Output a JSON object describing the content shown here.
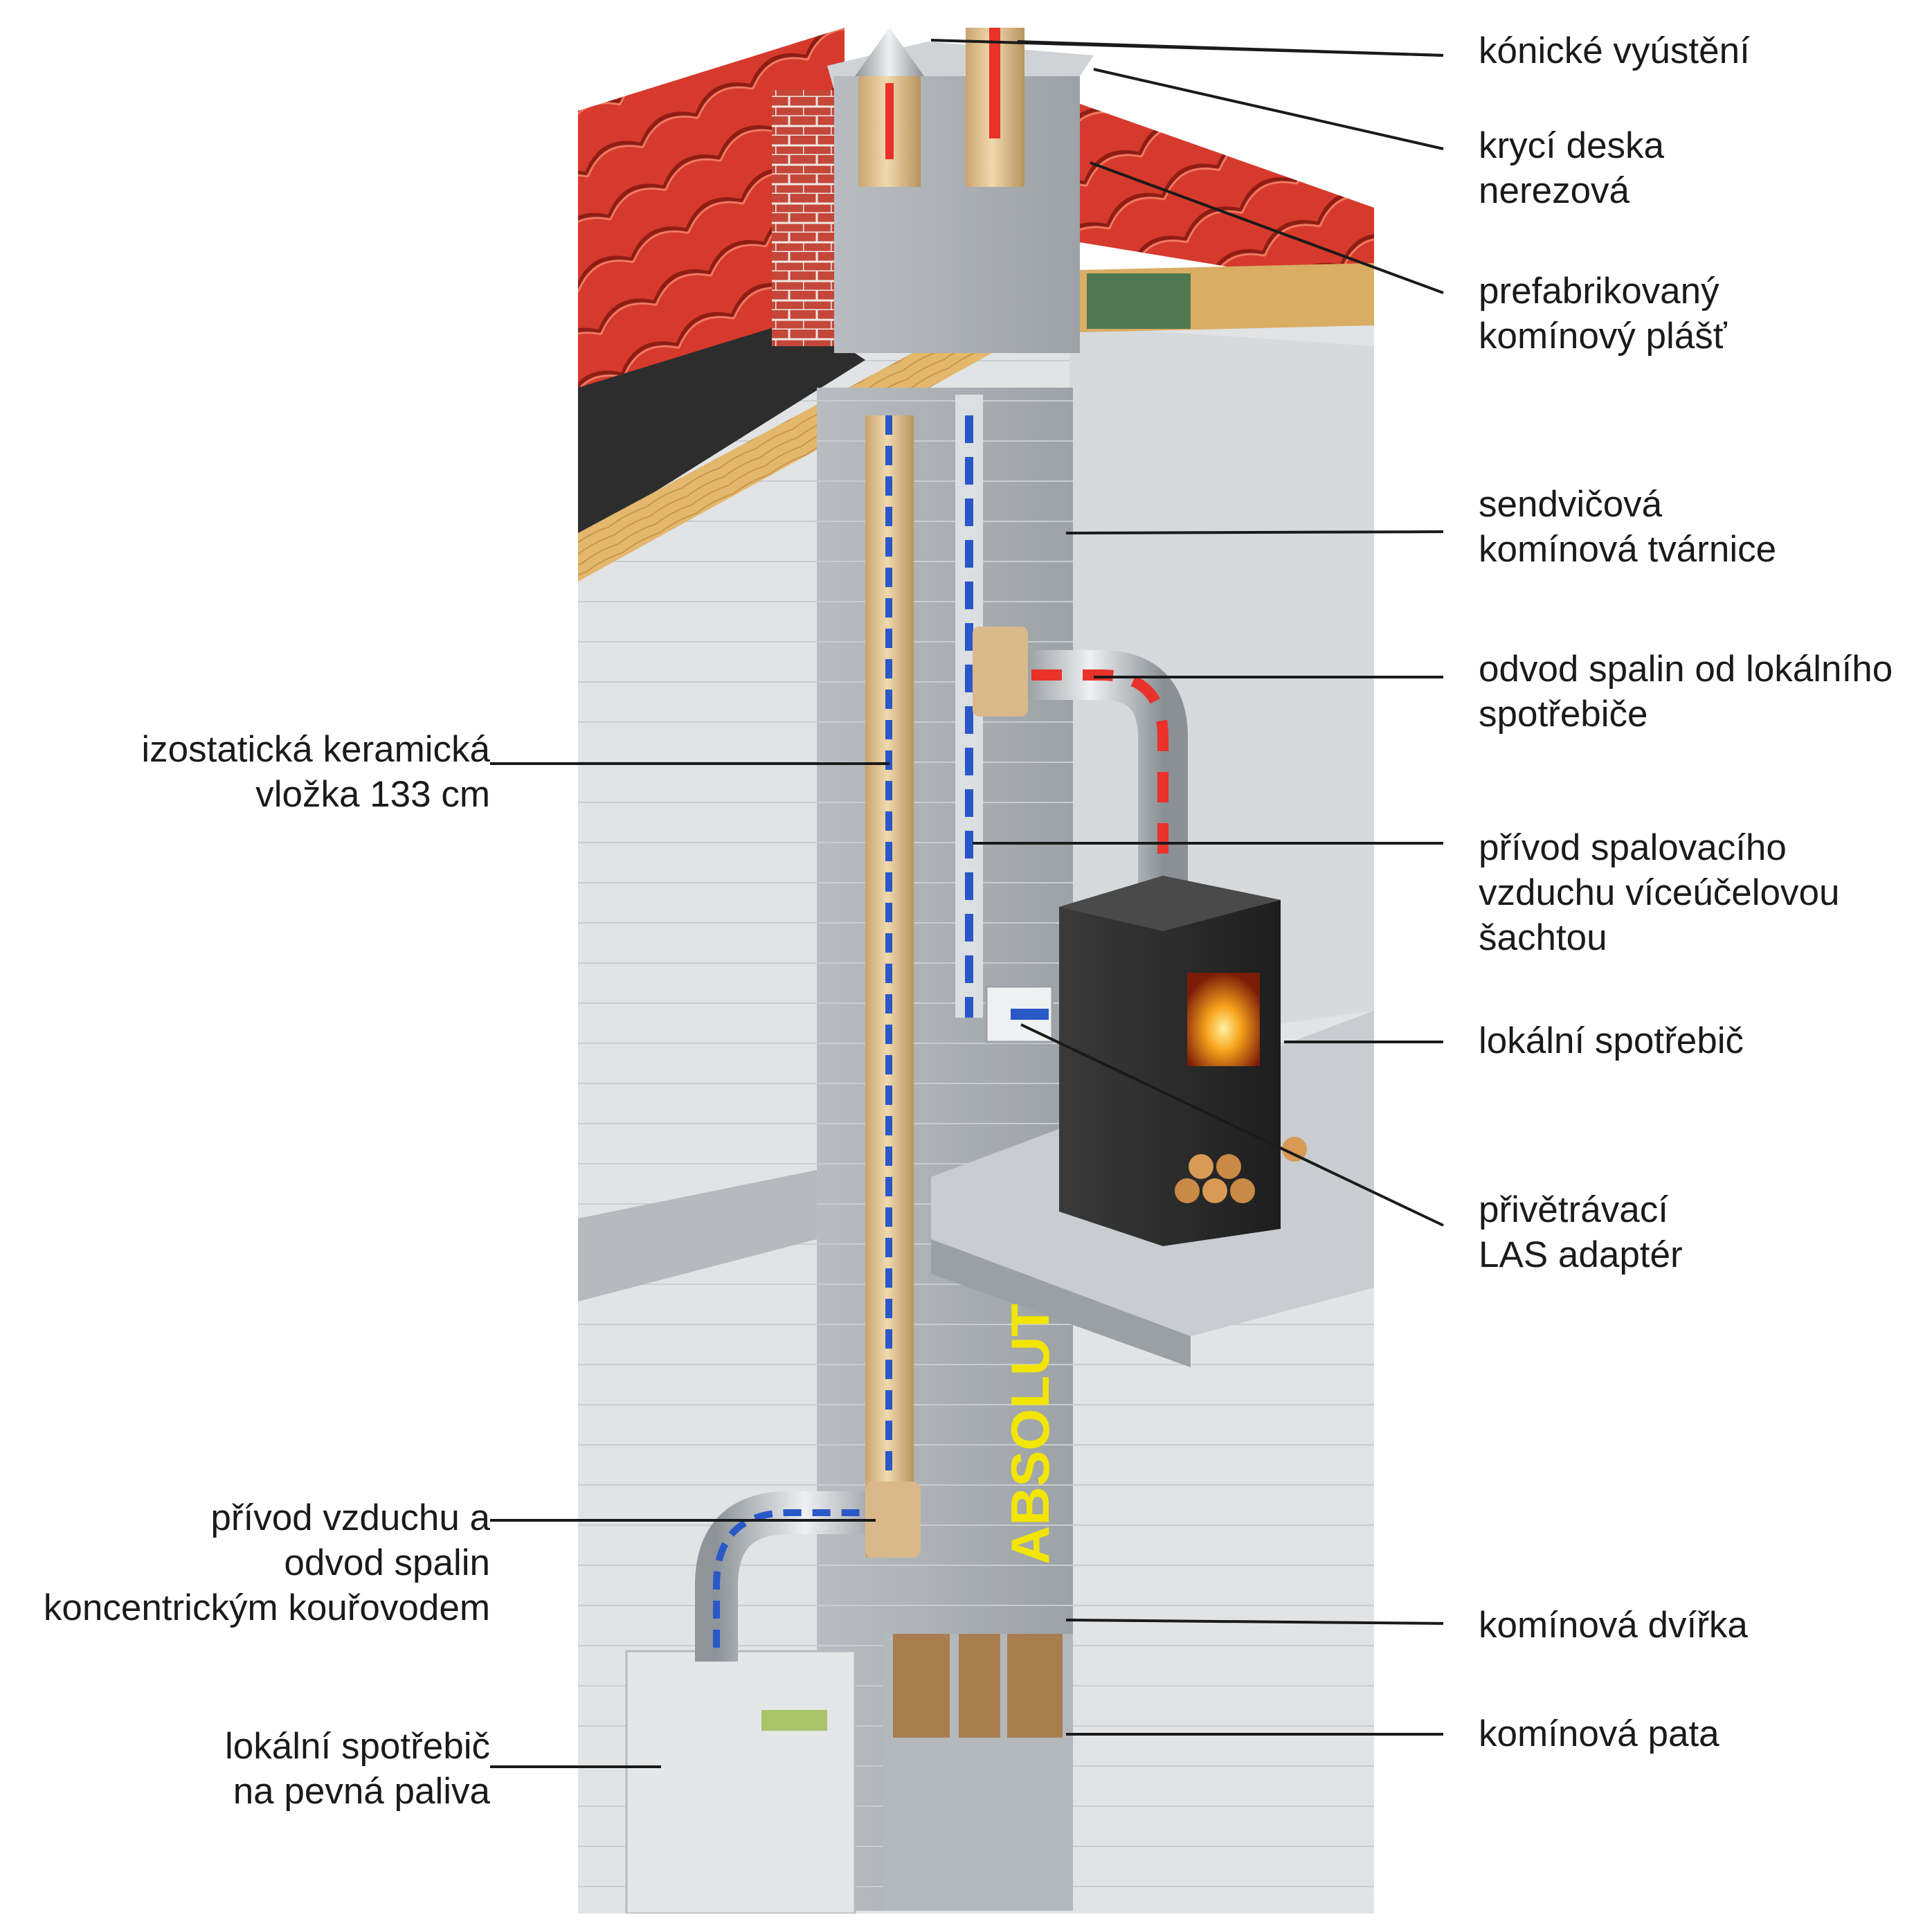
{
  "brand": {
    "name": "ABSOLUT",
    "color": "#f2e600"
  },
  "colors": {
    "roof_tiles": "#d9342a",
    "chimney_block": "#a9aeb3",
    "ceramic_liner": "#d9b98a",
    "supply_air_arrow": "#2a58c8",
    "flue_gas_arrow": "#e8322a",
    "stove": "#2b2b2b",
    "fire": "#f08a1c",
    "wall": "#e1e3e5",
    "floor_slab": "#b4b8bc"
  },
  "labels_right": [
    {
      "id": "konicke",
      "lines": [
        "kónické vyústění"
      ]
    },
    {
      "id": "kryci",
      "lines": [
        "krycí deska",
        "nerezová"
      ]
    },
    {
      "id": "plast",
      "lines": [
        "prefabrikovaný",
        "komínový plášť"
      ]
    },
    {
      "id": "tvarnice",
      "lines": [
        "sendvičová",
        "komínová tvárnice"
      ]
    },
    {
      "id": "odvod",
      "lines": [
        "odvod spalin od lokálního",
        "spotřebiče"
      ]
    },
    {
      "id": "privod",
      "lines": [
        "přívod spalovacího",
        "vzduchu víceúčelovou",
        "šachtou"
      ]
    },
    {
      "id": "spotrebic",
      "lines": [
        "lokální spotřebič"
      ]
    },
    {
      "id": "las",
      "lines": [
        "přivětrávací",
        "LAS adaptér"
      ]
    },
    {
      "id": "dvirka",
      "lines": [
        "komínová dvířka"
      ]
    },
    {
      "id": "pata",
      "lines": [
        "komínová pata"
      ]
    }
  ],
  "labels_left": [
    {
      "id": "vlozka",
      "lines": [
        "izostatická keramická",
        "vložka 133 cm"
      ]
    },
    {
      "id": "kourovod",
      "lines": [
        "přívod vzduchu a",
        "odvod spalin",
        "koncentrickým kouřovodem"
      ]
    },
    {
      "id": "pevna",
      "lines": [
        "lokální spotřebič",
        "na pevná paliva"
      ]
    }
  ]
}
